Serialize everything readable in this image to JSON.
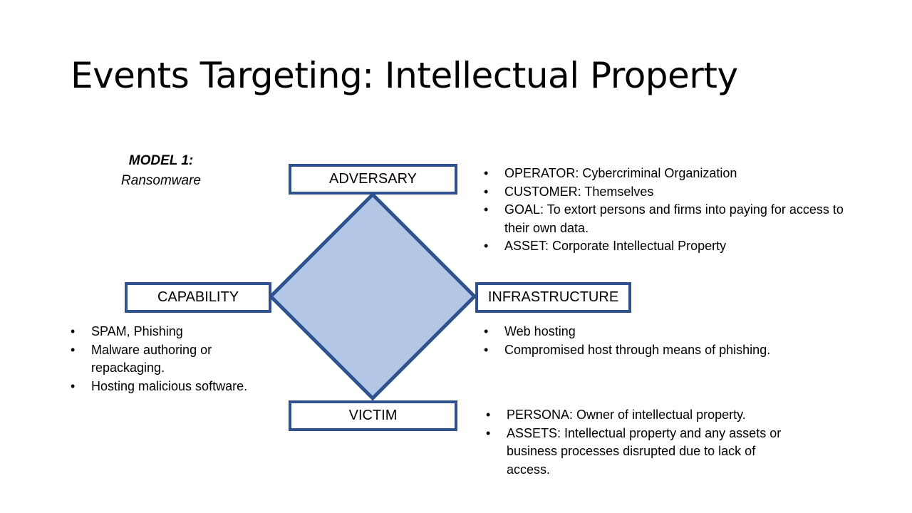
{
  "title": "Events Targeting: Intellectual Property",
  "model": {
    "heading": "MODEL 1:",
    "name": "Ransomware"
  },
  "nodes": {
    "adversary": "ADVERSARY",
    "capability": "CAPABILITY",
    "infrastructure": "INFRASTRUCTURE",
    "victim": "VICTIM"
  },
  "colors": {
    "accent": "#2F528F",
    "diamond_fill": "#B4C7E7"
  },
  "adversary_notes": [
    "OPERATOR: Cybercriminal Organization",
    "CUSTOMER: Themselves",
    "GOAL: To extort persons and firms into paying for access to their own data.",
    "ASSET: Corporate Intellectual Property"
  ],
  "capability_notes": [
    "SPAM, Phishing",
    "Malware authoring or repackaging.",
    "Hosting malicious software."
  ],
  "infrastructure_notes": [
    "Web hosting",
    "Compromised host through means of phishing."
  ],
  "victim_notes": [
    "PERSONA: Owner of intellectual property.",
    "ASSETS: Intellectual property and any assets or business processes disrupted due to lack of access."
  ]
}
